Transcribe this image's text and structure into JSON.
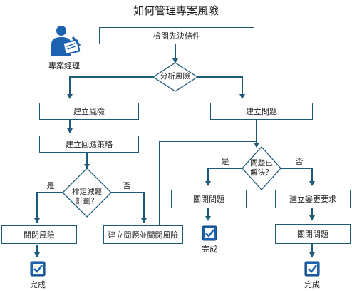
{
  "title": "如何管理專案風險",
  "actor": {
    "label": "專案經理",
    "icon": "project-manager-icon"
  },
  "nodes": {
    "check_preconditions": "檢閱先決條件",
    "analyze_risk": "分析風險",
    "create_risk": "建立風險",
    "create_issue": "建立問題",
    "create_response_strategy": "建立回應策略",
    "plan_mitigation_q1": "排定減輕",
    "plan_mitigation_q2": "計劃？",
    "issue_resolved_q1": "問題已",
    "issue_resolved_q2": "解決？",
    "close_risk": "關閉風險",
    "create_issue_close_risk": "建立問題並關閉風險",
    "close_issue_1": "關閉問題",
    "create_change_request": "建立變更要求",
    "close_issue_2": "關閉問題",
    "done": "完成"
  },
  "branch_labels": {
    "yes": "是",
    "no": "否"
  },
  "colors": {
    "line": "#1f5a7a",
    "icon_fill": "#1b62b0"
  }
}
